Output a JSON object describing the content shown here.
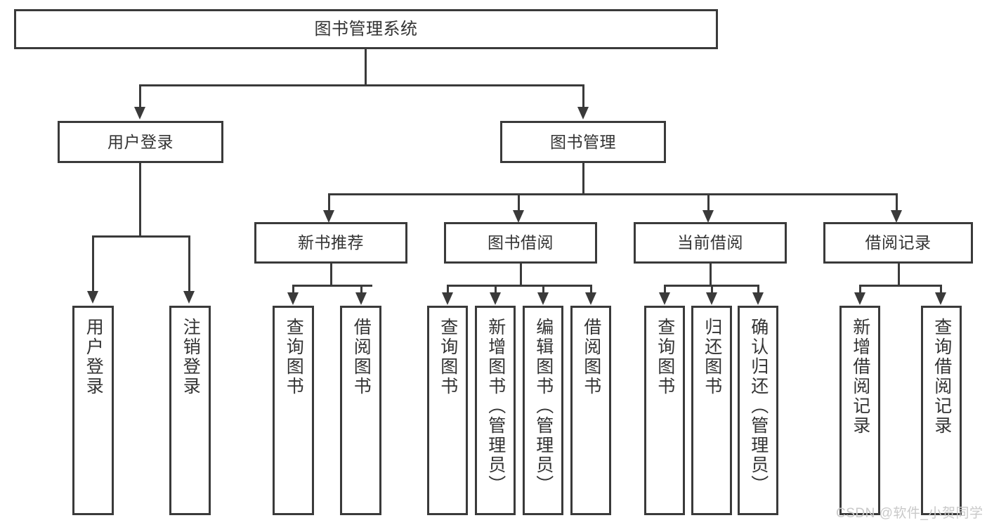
{
  "diagram": {
    "title_box": {
      "label": "图书管理系统"
    },
    "level2": [
      {
        "id": "user-login",
        "label": "用户登录"
      },
      {
        "id": "book-management",
        "label": "图书管理"
      }
    ],
    "level3": [
      {
        "id": "new-book-recommend",
        "label": "新书推荐"
      },
      {
        "id": "book-borrow",
        "label": "图书借阅"
      },
      {
        "id": "current-borrow",
        "label": "当前借阅"
      },
      {
        "id": "borrow-record",
        "label": "借阅记录"
      }
    ],
    "leaves": {
      "user_login": [
        {
          "id": "leaf-user-login",
          "label": "用户登录"
        },
        {
          "id": "leaf-logout-login",
          "label": "注销登录"
        }
      ],
      "new_book_recommend": [
        {
          "id": "leaf-query-book-1",
          "label": "查询图书"
        },
        {
          "id": "leaf-borrow-book-1",
          "label": "借阅图书"
        }
      ],
      "book_borrow": [
        {
          "id": "leaf-query-book-2",
          "label": "查询图书"
        },
        {
          "id": "leaf-add-book",
          "label": "新增图书（管理员）"
        },
        {
          "id": "leaf-edit-book",
          "label": "编辑图书（管理员）"
        },
        {
          "id": "leaf-borrow-book-2",
          "label": "借阅图书"
        }
      ],
      "current_borrow": [
        {
          "id": "leaf-query-book-3",
          "label": "查询图书"
        },
        {
          "id": "leaf-return-book",
          "label": "归还图书"
        },
        {
          "id": "leaf-confirm-return",
          "label": "确认归还（管理员）"
        }
      ],
      "borrow_record": [
        {
          "id": "leaf-add-record",
          "label": "新增借阅记录"
        },
        {
          "id": "leaf-query-record",
          "label": "查询借阅记录"
        }
      ]
    },
    "watermark": "CSDN @软件_小贺同学",
    "colors": {
      "stroke": "#3a3a3a",
      "text": "#333333",
      "background": "#ffffff",
      "watermark": "#c9c9c9"
    }
  }
}
